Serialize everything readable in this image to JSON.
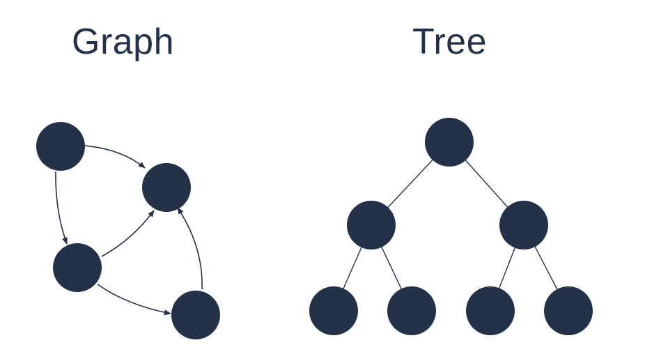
{
  "graph": {
    "title": "Graph",
    "node_color": "#233149",
    "edge_color": "#233149",
    "nodes": [
      "a",
      "b",
      "c",
      "d"
    ],
    "edges": [
      {
        "from": "a",
        "to": "b"
      },
      {
        "from": "a",
        "to": "c"
      },
      {
        "from": "c",
        "to": "b"
      },
      {
        "from": "c",
        "to": "d"
      },
      {
        "from": "d",
        "to": "b"
      }
    ]
  },
  "tree": {
    "title": "Tree",
    "node_color": "#233149",
    "edge_color": "#233149",
    "nodes": [
      "root",
      "left",
      "right",
      "left-left",
      "left-right",
      "right-left",
      "right-right"
    ],
    "edges": [
      {
        "from": "root",
        "to": "left"
      },
      {
        "from": "root",
        "to": "right"
      },
      {
        "from": "left",
        "to": "left-left"
      },
      {
        "from": "left",
        "to": "left-right"
      },
      {
        "from": "right",
        "to": "right-left"
      },
      {
        "from": "right",
        "to": "right-right"
      }
    ]
  }
}
